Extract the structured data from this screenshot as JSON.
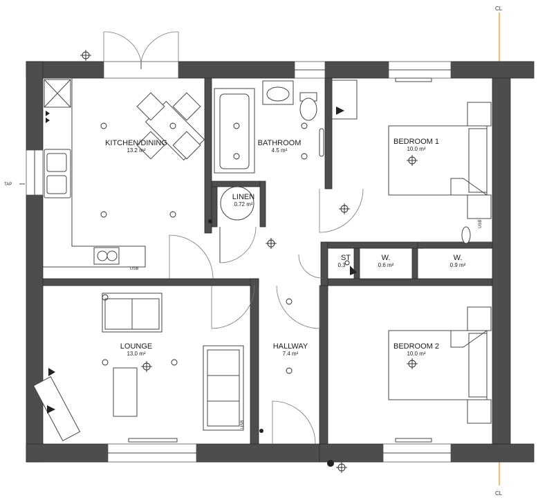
{
  "rooms": [
    {
      "id": "kitchen-dining",
      "name": "KITCHEN/DINING",
      "area": "13.2 m²"
    },
    {
      "id": "bathroom",
      "name": "BATHROOM",
      "area": "4.5 m²"
    },
    {
      "id": "bedroom-1",
      "name": "BEDROOM 1",
      "area": "10.0 m²"
    },
    {
      "id": "linen",
      "name": "LINEN",
      "area": "0.72 m²"
    },
    {
      "id": "store",
      "name": "ST",
      "area": "0.3"
    },
    {
      "id": "wardrobe-1",
      "name": "W.",
      "area": "0.6 m²"
    },
    {
      "id": "wardrobe-2",
      "name": "W.",
      "area": "0.9 m²"
    },
    {
      "id": "lounge",
      "name": "LOUNGE",
      "area": "13.0 m²"
    },
    {
      "id": "hallway",
      "name": "HALLWAY",
      "area": "7.4 m²"
    },
    {
      "id": "bedroom-2",
      "name": "BEDROOM 2",
      "area": "10.0 m²"
    }
  ],
  "labels": {
    "centerline_top": "CL",
    "centerline_bottom": "CL",
    "tap": "TAP",
    "usb_kitchen": "USB",
    "usb_bedroom": "USB",
    "usb_hallway": "USB"
  },
  "colors": {
    "wall": "#4d4d4f",
    "centerline": "#f0a030"
  }
}
